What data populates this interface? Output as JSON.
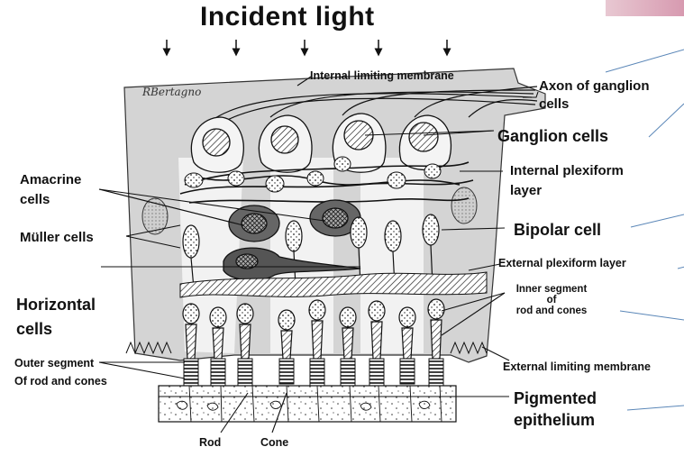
{
  "title": "Incident light",
  "signature": "RBertagno",
  "labels": {
    "internal_limiting_membrane": "Internal limiting membrane",
    "axon_of_ganglion": "Axon of ganglion",
    "axon_of_ganglion_2": "cells",
    "ganglion_cells": "Ganglion cells",
    "internal_plexiform_1": "Internal plexiform",
    "internal_plexiform_2": "layer",
    "amacrine_1": "Amacrine",
    "amacrine_2": "cells",
    "muller_cells": "Müller cells",
    "bipolar_cell": "Bipolar cell",
    "external_plexiform": "External plexiform layer",
    "horizontal_1": "Horizontal",
    "horizontal_2": "cells",
    "inner_segment_1": "Inner segment",
    "inner_segment_2": "of",
    "inner_segment_3": "rod and cones",
    "outer_segment_1": "Outer segment",
    "outer_segment_2": "Of rod and cones",
    "external_limiting": "External limiting membrane",
    "pigmented_1": "Pigmented",
    "pigmented_2": "epithelium",
    "rod": "Rod",
    "cone": "Cone"
  }
}
